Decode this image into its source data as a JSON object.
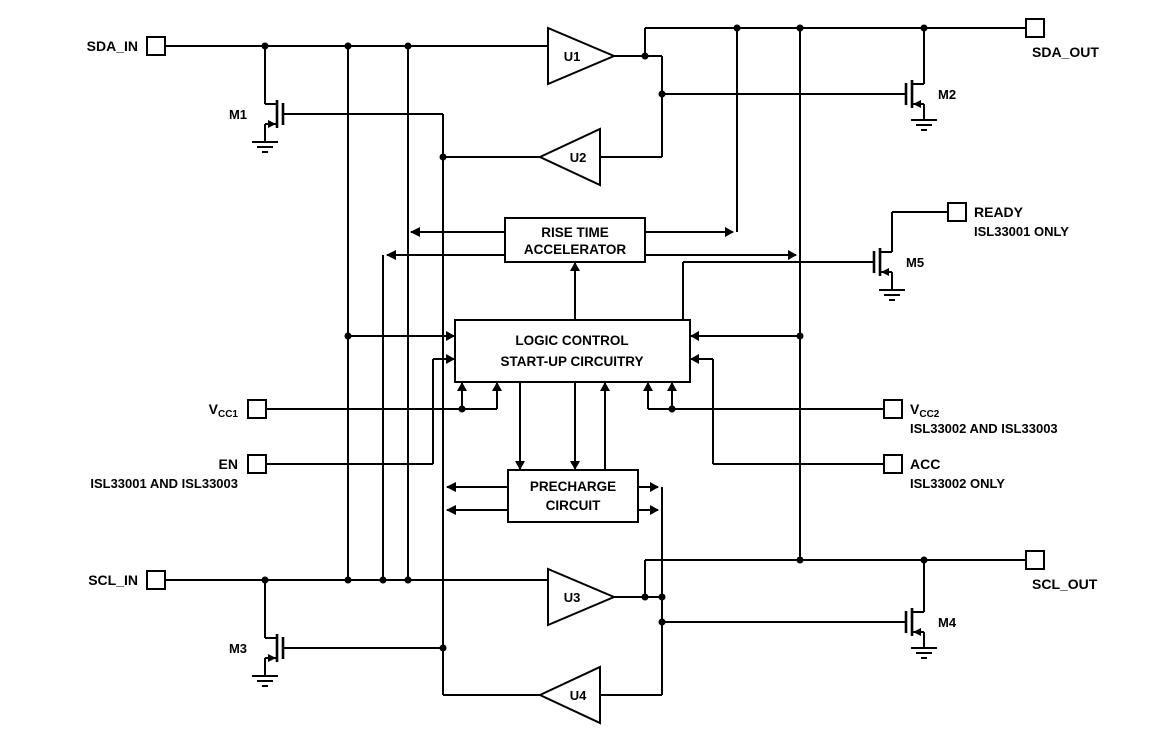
{
  "diagram": {
    "pins": {
      "sda_in": {
        "label": "SDA_IN"
      },
      "sda_out": {
        "label": "SDA_OUT"
      },
      "scl_in": {
        "label": "SCL_IN"
      },
      "scl_out": {
        "label": "SCL_OUT"
      },
      "ready": {
        "label": "READY",
        "note": "ISL33001 ONLY"
      },
      "vcc1": {
        "label": "V",
        "sub": "CC1"
      },
      "vcc2": {
        "label": "V",
        "sub": "CC2",
        "note": "ISL33002 AND ISL33003"
      },
      "en": {
        "label": "EN",
        "note": "ISL33001 AND ISL33003"
      },
      "acc": {
        "label": "ACC",
        "note": "ISL33002 ONLY"
      }
    },
    "buffers": {
      "u1": "U1",
      "u2": "U2",
      "u3": "U3",
      "u4": "U4"
    },
    "mosfets": {
      "m1": "M1",
      "m2": "M2",
      "m3": "M3",
      "m4": "M4",
      "m5": "M5"
    },
    "blocks": {
      "rta": {
        "line1": "RISE TIME",
        "line2": "ACCELERATOR"
      },
      "logic": {
        "line1": "LOGIC CONTROL",
        "line2": "START-UP CIRCUITRY"
      },
      "precharge": {
        "line1": "PRECHARGE",
        "line2": "CIRCUIT"
      }
    },
    "colors": {
      "line": "#000000",
      "background": "#ffffff"
    }
  }
}
